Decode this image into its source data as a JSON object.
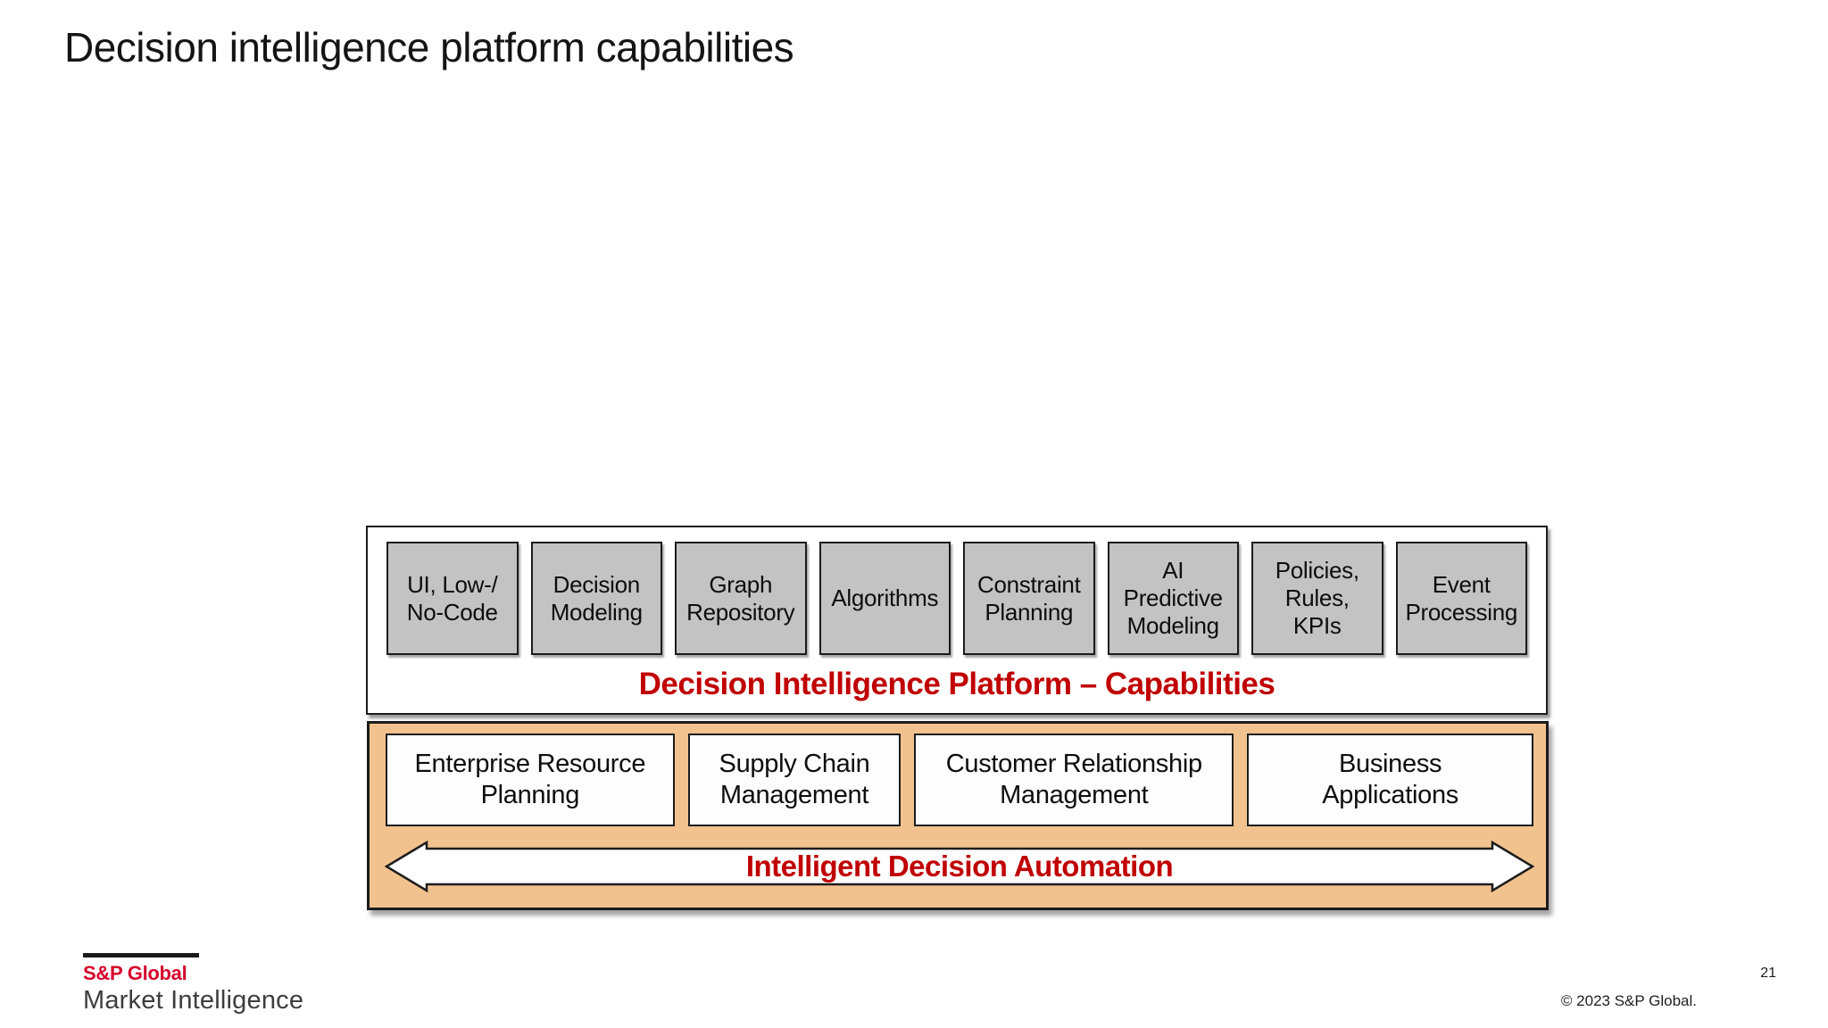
{
  "slide": {
    "title": "Decision intelligence platform capabilities"
  },
  "platform": {
    "capabilities": [
      "UI, Low-/\nNo-Code",
      "Decision\nModeling",
      "Graph\nRepository",
      "Algorithms",
      "Constraint\nPlanning",
      "AI\nPredictive\nModeling",
      "Policies,\nRules,\nKPIs",
      "Event\nProcessing"
    ],
    "caption": "Decision Intelligence Platform – Capabilities"
  },
  "applications": {
    "boxes": [
      "Enterprise Resource\nPlanning",
      "Supply Chain\nManagement",
      "Customer Relationship\nManagement",
      "Business\nApplications"
    ],
    "caption": "Intelligent Decision Automation"
  },
  "footer": {
    "logo_line1": "S&P Global",
    "logo_line2": "Market Intelligence",
    "page_number": "21",
    "copyright": "© 2023 S&P Global."
  },
  "colors": {
    "caption_red": "#C00000",
    "brand_red": "#D6002A",
    "orange_band": "#F2C28E",
    "capability_gray": "#C3C3C3"
  }
}
